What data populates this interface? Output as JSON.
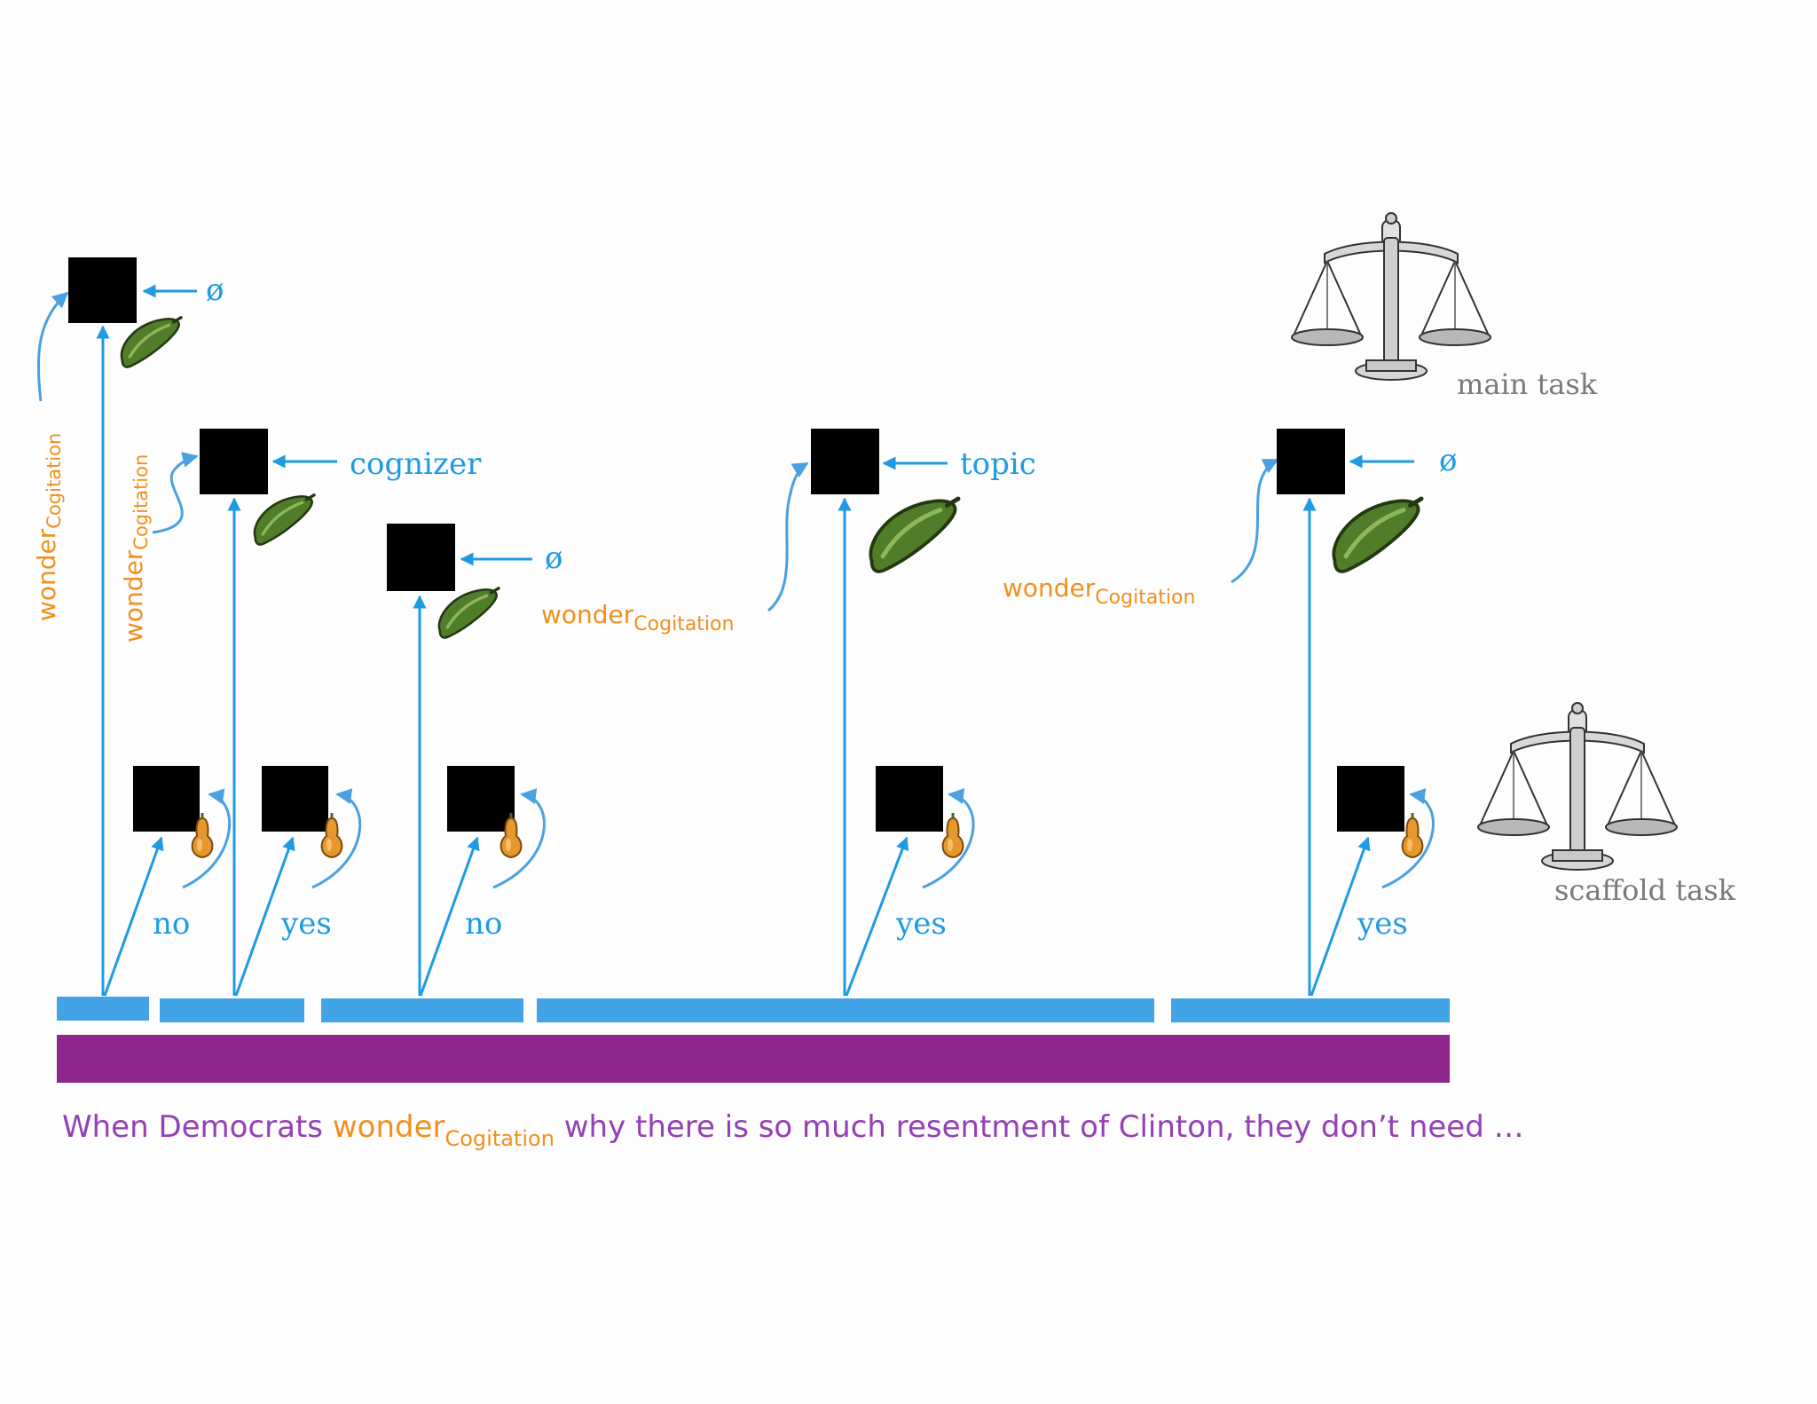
{
  "colors": {
    "blue": "#1e9be3",
    "bar_blue": "#42a3e6",
    "purple_bar": "#8e268c",
    "orange": "#f0901e",
    "sentence_purple": "#9440b6",
    "gray": "#7a7a7a"
  },
  "icons": {
    "model_box": "black-square",
    "cucumber": "cucumber-icon",
    "squash": "squash-icon",
    "scale": "balance-scale-icon"
  },
  "labels": {
    "main_task": "main task",
    "scaffold_task": "scaffold task",
    "null_symbol": "ø",
    "cognizer": "cognizer",
    "topic": "topic",
    "wonder": "wonder",
    "cogitation": "Cogitation"
  },
  "scaffold_answers": [
    "no",
    "yes",
    "no",
    "yes",
    "yes"
  ],
  "sentence": {
    "before": "When Democrats ",
    "word": "wonder",
    "sub": "Cogitation",
    "after": " why there is so much resentment of Clinton, they don’t need …"
  }
}
